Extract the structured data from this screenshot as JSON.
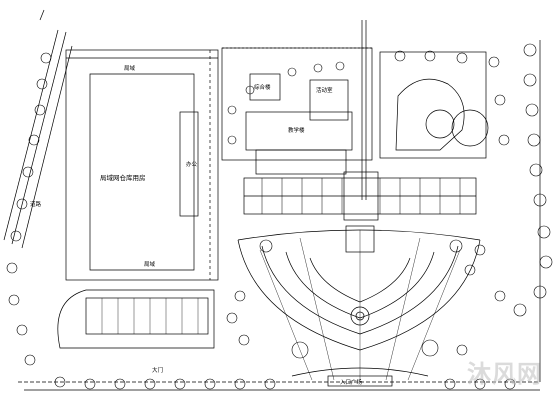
{
  "plan": {
    "title": "",
    "labels": {
      "west_block": "局域网仓库用房",
      "west_block_top": "局域",
      "west_block_side": "办公",
      "west_block_bottom": "局域",
      "north_small_1": "综合楼",
      "north_small_2": "活动室",
      "north_main": "教学楼",
      "left_road": "道路",
      "gate_sign": "大门",
      "bottom_entry": "入口广场"
    },
    "watermark": "沐风网",
    "colors": {
      "line": "#000000",
      "background": "#ffffff",
      "watermark": "#bdbdbd"
    }
  }
}
